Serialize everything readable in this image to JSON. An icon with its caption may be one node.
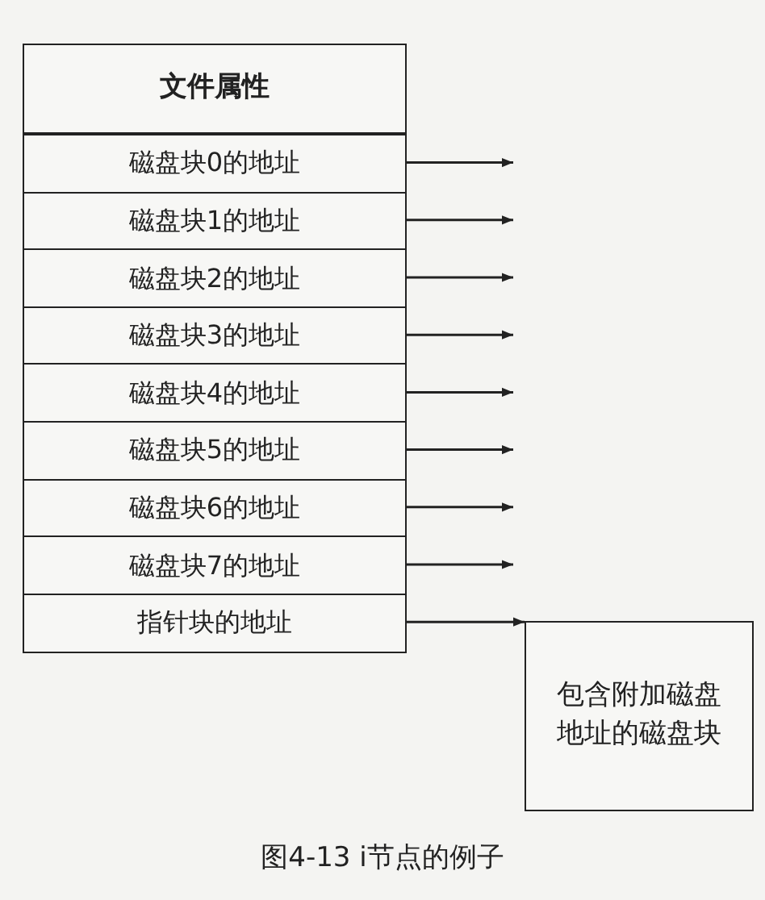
{
  "diagram": {
    "caption": "图4-13 i节点的例子",
    "nodes": [
      {
        "text": [
          "文件属性"
        ]
      },
      {
        "text": [
          "磁盘块0的地址"
        ]
      },
      {
        "text": [
          "磁盘块1的地址"
        ]
      },
      {
        "text": [
          "磁盘块2的地址"
        ]
      },
      {
        "text": [
          "磁盘块3的地址"
        ]
      },
      {
        "text": [
          "磁盘块4的地址"
        ]
      },
      {
        "text": [
          "磁盘块5的地址"
        ]
      },
      {
        "text": [
          "磁盘块6的地址"
        ]
      },
      {
        "text": [
          "磁盘块7的地址"
        ]
      },
      {
        "text": [
          "指针块的地址"
        ]
      },
      {
        "text": [
          "包含附加磁盘地址的磁盘块"
        ]
      }
    ],
    "edges": [
      {
        "from": 1,
        "to": null,
        "arrow": "to"
      },
      {
        "from": 2,
        "to": null,
        "arrow": "to"
      },
      {
        "from": 3,
        "to": null,
        "arrow": "to"
      },
      {
        "from": 4,
        "to": null,
        "arrow": "to"
      },
      {
        "from": 5,
        "to": null,
        "arrow": "to"
      },
      {
        "from": 6,
        "to": null,
        "arrow": "to"
      },
      {
        "from": 7,
        "to": null,
        "arrow": "to"
      },
      {
        "from": 8,
        "to": null,
        "arrow": "to"
      },
      {
        "from": 9,
        "to": 10,
        "arrow": "to"
      }
    ]
  }
}
